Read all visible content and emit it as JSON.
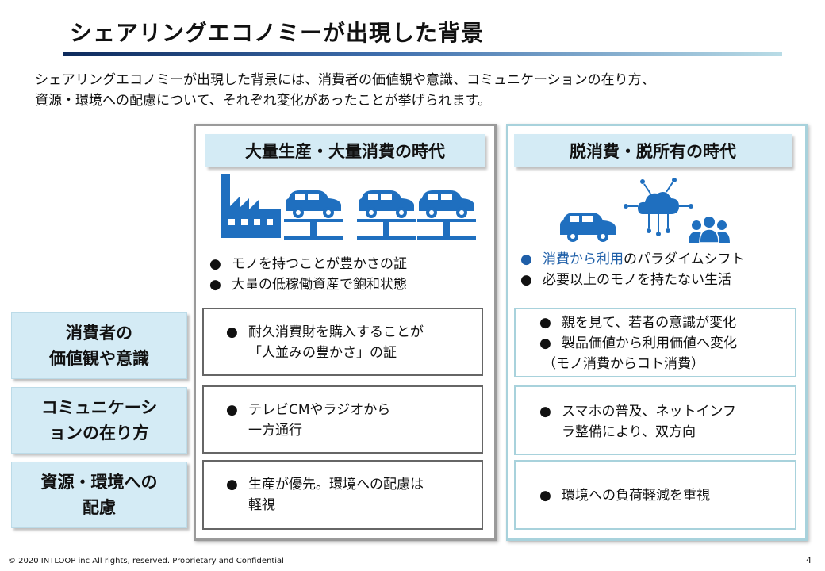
{
  "title": "シェアリングエコノミーが出現した背景",
  "intro": {
    "line1": "シェアリングエコノミーが出現した背景には、消費者の価値観や意識、コミュニケーションの在り方、",
    "line2": "資源・環境への配慮について、それぞれ変化があったことが挙げられます。"
  },
  "rows": {
    "values": {
      "line1": "消費者の",
      "line2": "価値観や意識"
    },
    "communication": {
      "line1": "コミュニケーシ",
      "line2": "ョンの在り方"
    },
    "environment": {
      "line1": "資源・環境への",
      "line2": "配慮"
    }
  },
  "left": {
    "heading": "大量生産・大量消費の時代",
    "bullet_symbol": "●",
    "bullets": [
      "モノを持つことが豊かさの証",
      "大量の低稼働資産で飽和状態"
    ],
    "values_cell": {
      "line1": "耐久消費財を購入することが",
      "line2": "「人並みの豊かさ」の証"
    },
    "comm_cell": {
      "line1": "テレビCMやラジオから",
      "line2": "一方通行"
    },
    "env_cell": {
      "line1": "生産が優先。環境への配慮は",
      "line2": "軽視"
    }
  },
  "right": {
    "heading": "脱消費・脱所有の時代",
    "bullets": {
      "first_highlight": "消費から利用",
      "first_rest": "のパラダイムシフト",
      "second": "必要以上のモノを持たない生活"
    },
    "values_cell": {
      "line1": "親を見て、若者の意識が変化",
      "line2": "製品価値から利用価値へ変化",
      "line3": "（モノ消費からコト消費）"
    },
    "comm_cell": {
      "line1": "スマホの普及、ネットインフ",
      "line2": "ラ整備により、双方向"
    },
    "env_cell": {
      "line1": "環境への負荷軽減を重視"
    }
  },
  "colors": {
    "icon_blue": "#1f6fbf",
    "accent_text": "#1f5fa8",
    "label_bg": "#d4ebf5"
  },
  "icons": [
    "factory-icon",
    "car-lift-icon",
    "car-icon",
    "cloud-network-icon",
    "people-group-icon"
  ],
  "footer": "© 2020 INTLOOP  inc All rights, reserved.   Proprietary and Confidential",
  "page_number": "4"
}
